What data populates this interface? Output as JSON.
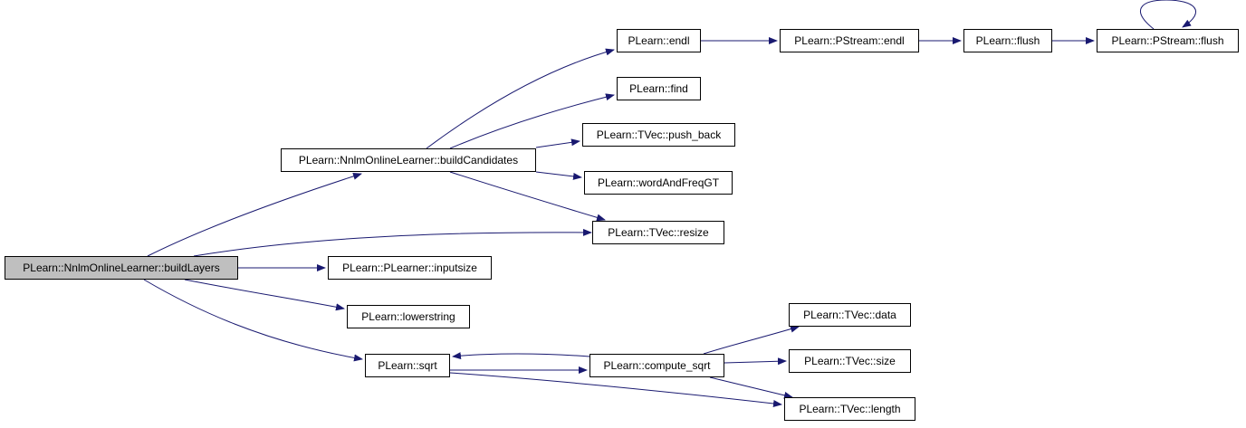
{
  "graph": {
    "edge_color": "#191970",
    "root_fill": "#bfbfbf",
    "node_fill": "#ffffff",
    "nodes": [
      {
        "id": "buildLayers",
        "label": "PLearn::NnlmOnlineLearner::buildLayers",
        "root": true
      },
      {
        "id": "buildCandidates",
        "label": "PLearn::NnlmOnlineLearner::buildCandidates"
      },
      {
        "id": "endl",
        "label": "PLearn::endl"
      },
      {
        "id": "pstream_endl",
        "label": "PLearn::PStream::endl"
      },
      {
        "id": "flush",
        "label": "PLearn::flush"
      },
      {
        "id": "pstream_flush",
        "label": "PLearn::PStream::flush"
      },
      {
        "id": "find",
        "label": "PLearn::find"
      },
      {
        "id": "push_back",
        "label": "PLearn::TVec::push_back"
      },
      {
        "id": "wordAndFreqGT",
        "label": "PLearn::wordAndFreqGT"
      },
      {
        "id": "resize",
        "label": "PLearn::TVec::resize"
      },
      {
        "id": "inputsize",
        "label": "PLearn::PLearner::inputsize"
      },
      {
        "id": "lowerstring",
        "label": "PLearn::lowerstring"
      },
      {
        "id": "sqrt",
        "label": "PLearn::sqrt"
      },
      {
        "id": "compute_sqrt",
        "label": "PLearn::compute_sqrt"
      },
      {
        "id": "data",
        "label": "PLearn::TVec::data"
      },
      {
        "id": "size",
        "label": "PLearn::TVec::size"
      },
      {
        "id": "length",
        "label": "PLearn::TVec::length"
      }
    ],
    "edges": [
      {
        "from": "buildLayers",
        "to": "buildCandidates"
      },
      {
        "from": "buildLayers",
        "to": "resize"
      },
      {
        "from": "buildLayers",
        "to": "inputsize"
      },
      {
        "from": "buildLayers",
        "to": "lowerstring"
      },
      {
        "from": "buildLayers",
        "to": "sqrt"
      },
      {
        "from": "buildCandidates",
        "to": "endl"
      },
      {
        "from": "buildCandidates",
        "to": "find"
      },
      {
        "from": "buildCandidates",
        "to": "push_back"
      },
      {
        "from": "buildCandidates",
        "to": "wordAndFreqGT"
      },
      {
        "from": "buildCandidates",
        "to": "resize"
      },
      {
        "from": "endl",
        "to": "pstream_endl"
      },
      {
        "from": "pstream_endl",
        "to": "flush"
      },
      {
        "from": "flush",
        "to": "pstream_flush"
      },
      {
        "from": "pstream_flush",
        "to": "pstream_flush"
      },
      {
        "from": "sqrt",
        "to": "compute_sqrt"
      },
      {
        "from": "compute_sqrt",
        "to": "sqrt"
      },
      {
        "from": "sqrt",
        "to": "length"
      },
      {
        "from": "compute_sqrt",
        "to": "data"
      },
      {
        "from": "compute_sqrt",
        "to": "size"
      },
      {
        "from": "compute_sqrt",
        "to": "length"
      }
    ]
  }
}
